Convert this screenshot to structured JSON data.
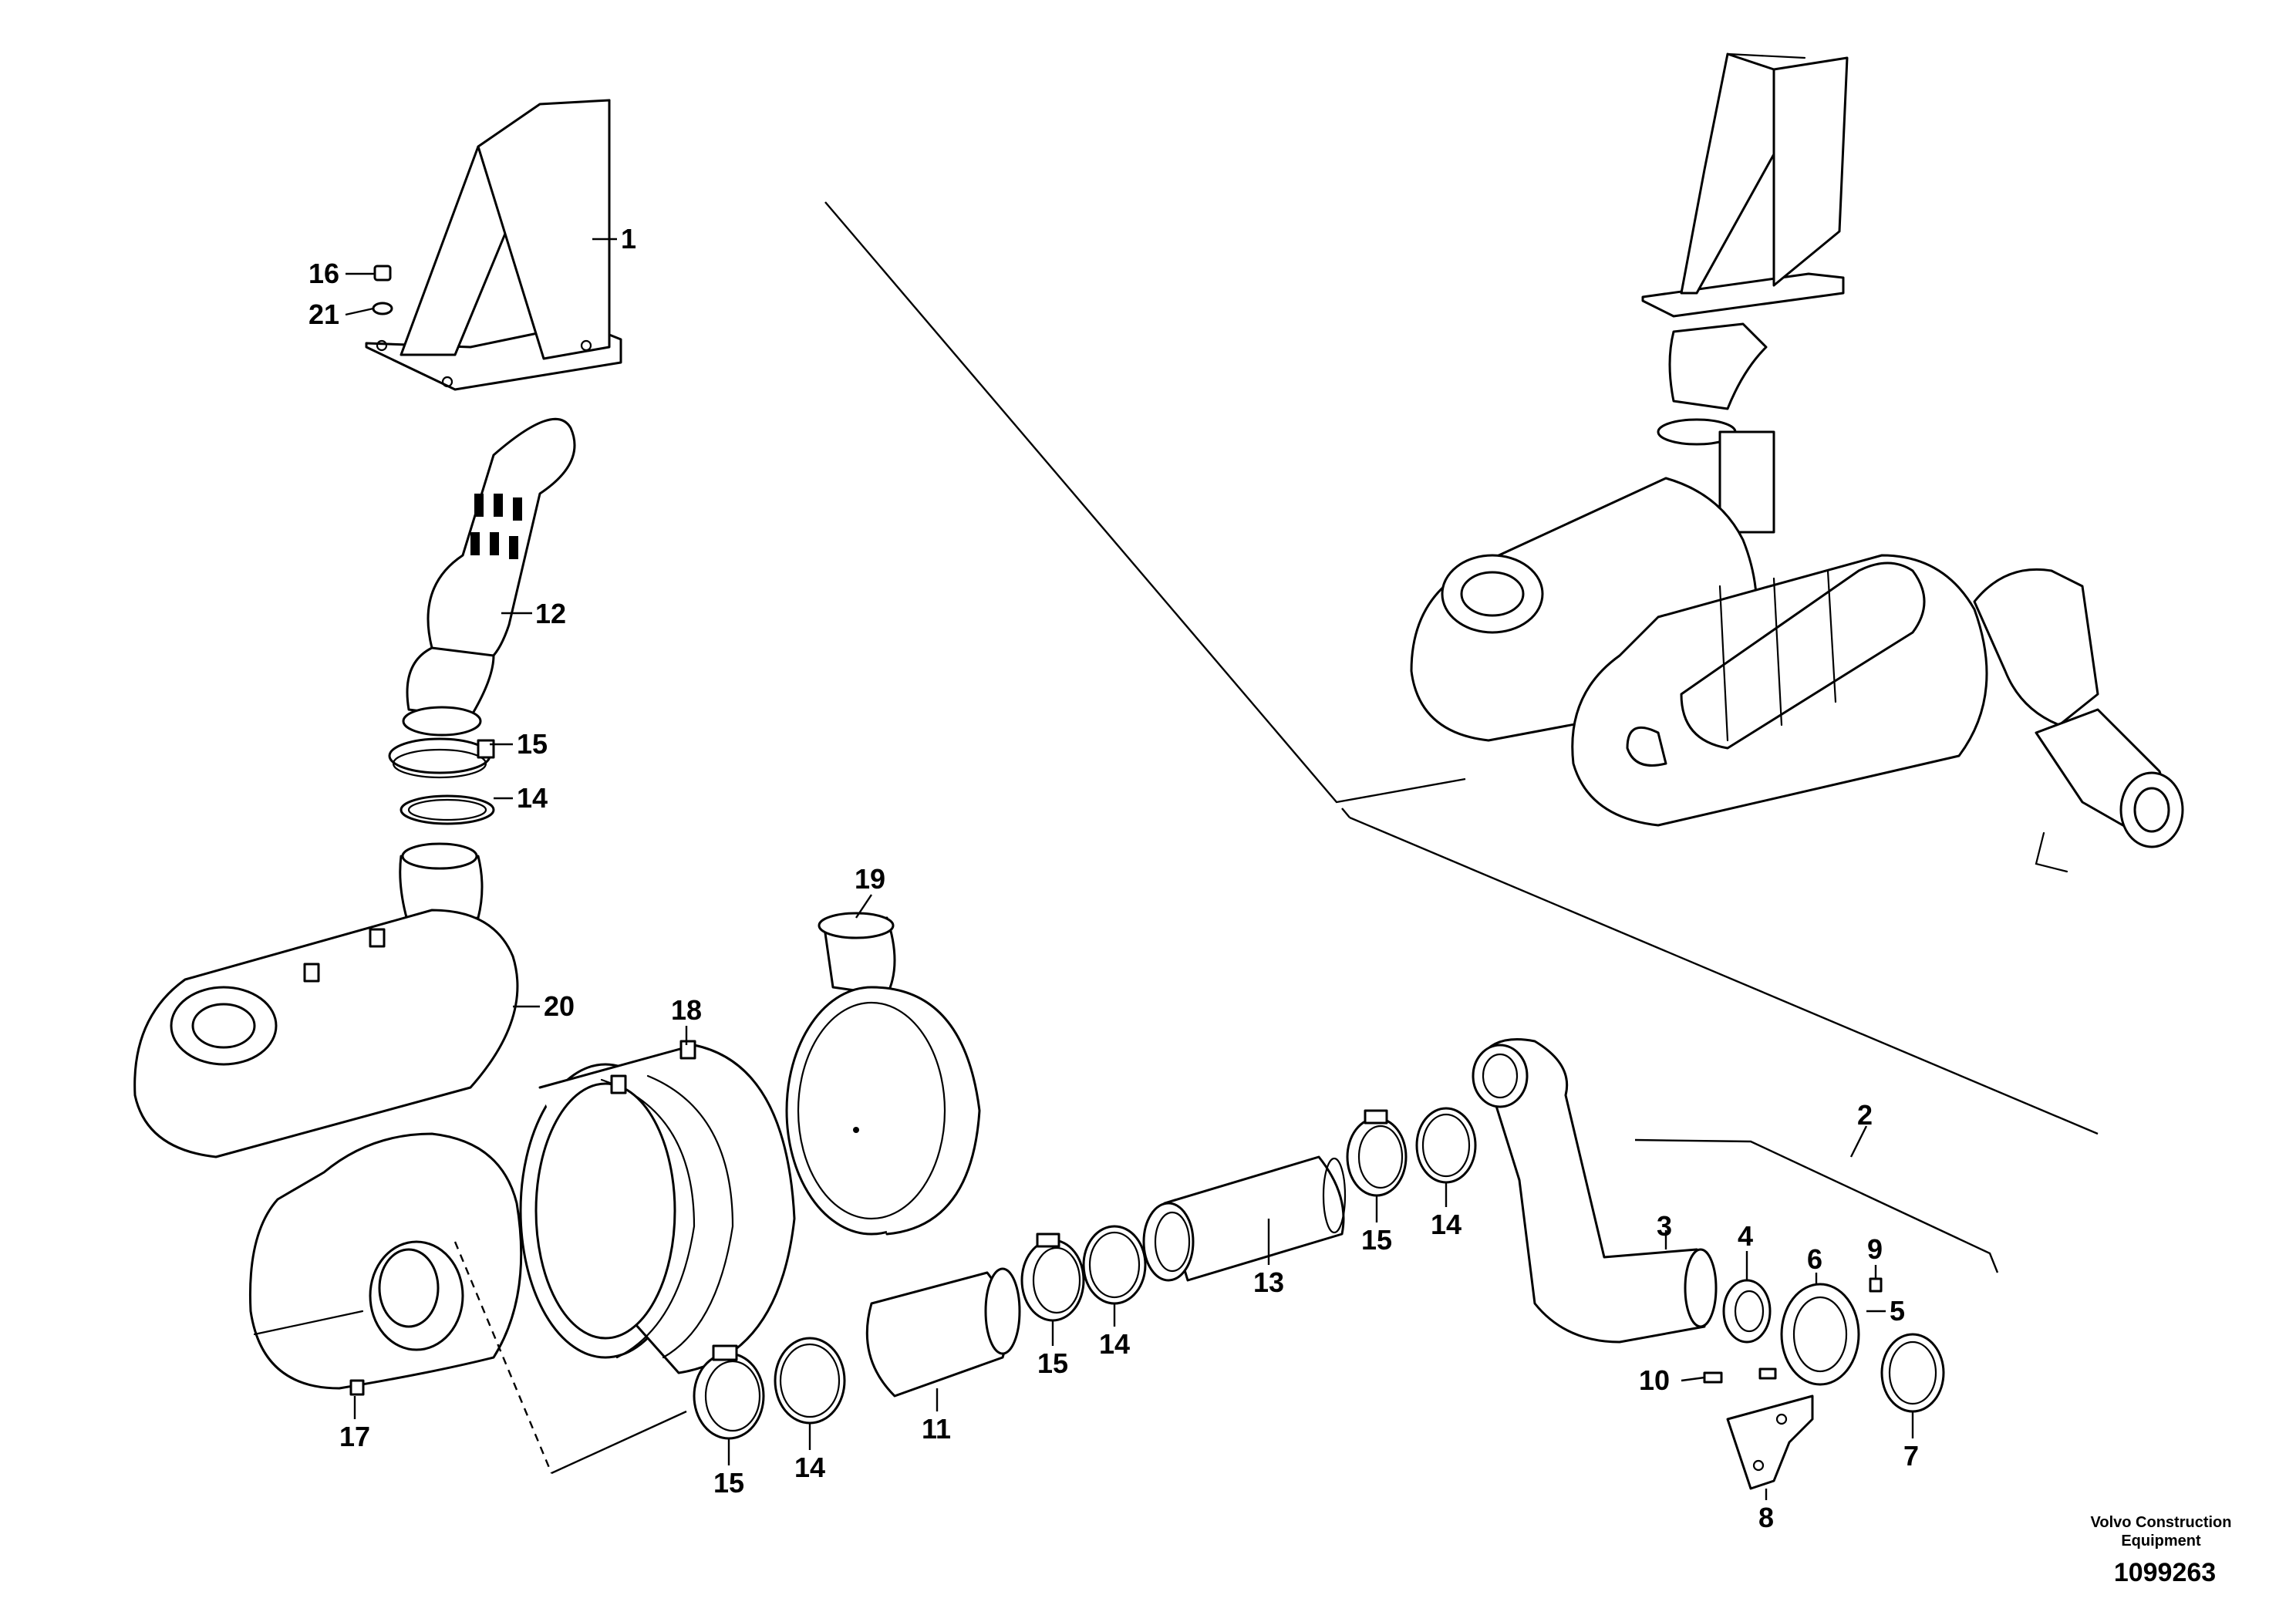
{
  "callouts": {
    "p1": "1",
    "p2": "2",
    "p3": "3",
    "p4": "4",
    "p5": "5",
    "p6": "6",
    "p7": "7",
    "p8": "8",
    "p9": "9",
    "p10": "10",
    "p11": "11",
    "p12": "12",
    "p13": "13",
    "p14a": "14",
    "p14b": "14",
    "p14c": "14",
    "p14d": "14",
    "p15a": "15",
    "p15b": "15",
    "p15c": "15",
    "p15d": "15",
    "p16": "16",
    "p17": "17",
    "p18": "18",
    "p19": "19",
    "p20": "20",
    "p21": "21"
  },
  "brand": {
    "line1": "Volvo Construction",
    "line2": "Equipment"
  },
  "reference_number": "1099263"
}
